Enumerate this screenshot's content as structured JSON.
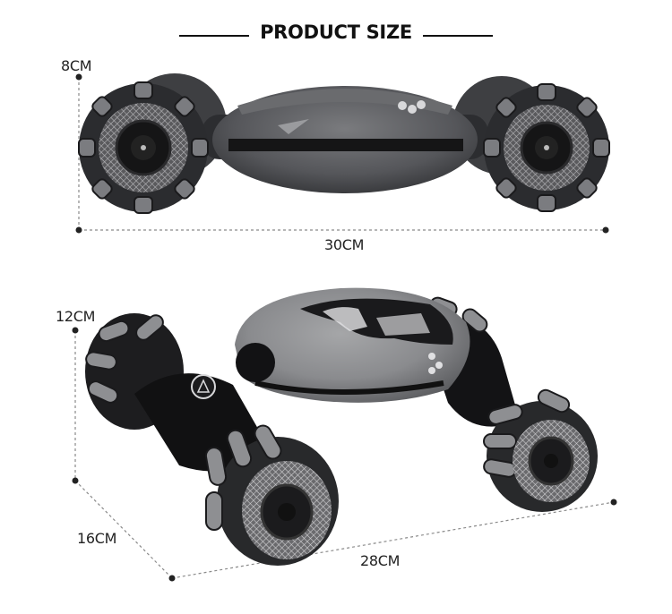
{
  "header": {
    "title": "PRODUCT SIZE"
  },
  "top_view": {
    "height_label": "8CM",
    "length_label": "30CM",
    "product_icon": "rc-stunt-car-side-view"
  },
  "bottom_view": {
    "height_label": "12CM",
    "width_label": "16CM",
    "length_label": "28CM",
    "product_icon": "rc-stunt-car-twisted-view"
  },
  "colors": {
    "background": "#ffffff",
    "text": "#111111",
    "dimension_line": "#888888",
    "dimension_dot": "#222222",
    "car_body": "#5c5d60",
    "car_dark": "#1b1b1d",
    "wheel_roller": "#8a8a8c"
  }
}
